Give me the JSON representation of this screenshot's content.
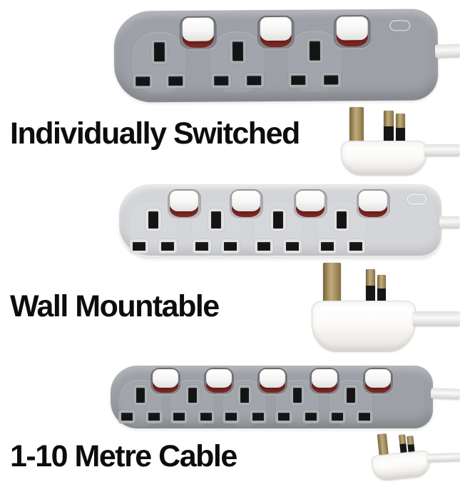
{
  "sections": [
    {
      "label": "Individually Switched",
      "socket_count": 3,
      "switch_count": 3,
      "strip_style": "grey"
    },
    {
      "label": "Wall Mountable",
      "socket_count": 4,
      "switch_count": 4,
      "strip_style": "light"
    },
    {
      "label": "1-10 Metre Cable",
      "socket_count": 5,
      "switch_count": 5,
      "strip_style": "grey"
    }
  ],
  "colors": {
    "background": "#ffffff",
    "strip_grey": "#9da0a6",
    "strip_light": "#d4d5d8",
    "switch_white": "#f7f6f4",
    "switch_indicator_red": "#7c2622",
    "slot_black": "#141414",
    "plug_white": "#fbfaf7",
    "pin_brass": "#ac9052",
    "pin_sleeve_black": "#161616",
    "cable_white": "#f3f2ef",
    "caption_text": "#0d0d0d"
  }
}
